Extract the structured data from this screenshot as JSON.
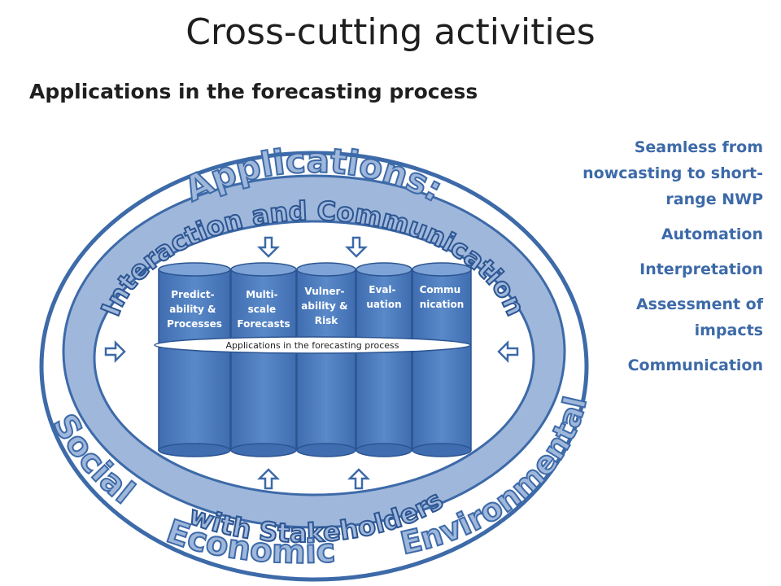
{
  "title": "Cross-cutting activities",
  "subtitle": "Applications in the forecasting process",
  "bullets": [
    "Seamless from nowcasting to short-range NWP",
    "Automation",
    "Interpretation",
    "Assessment of impacts",
    "Communication"
  ],
  "diagram": {
    "arc_top_outer": "Applications:",
    "arc_top_inner": "Interaction and Communication",
    "arc_bottom_inner": "with Stakeholders",
    "outer_left": "Social",
    "outer_bottom": "Economic",
    "outer_right": "Environmental",
    "base_label": "Applications in the forecasting process",
    "columns": [
      [
        "Predict-",
        "ability &",
        "Processes"
      ],
      [
        "Multi-",
        "scale",
        "Forecasts"
      ],
      [
        "Vulner-",
        "ability &",
        "Risk"
      ],
      [
        "Eval-",
        "uation"
      ],
      [
        "Commu",
        "nication"
      ]
    ]
  },
  "colors": {
    "dark_blue": "#3d6aa8",
    "mid_blue": "#4f7ec0",
    "light_blue": "#9fb7db"
  }
}
